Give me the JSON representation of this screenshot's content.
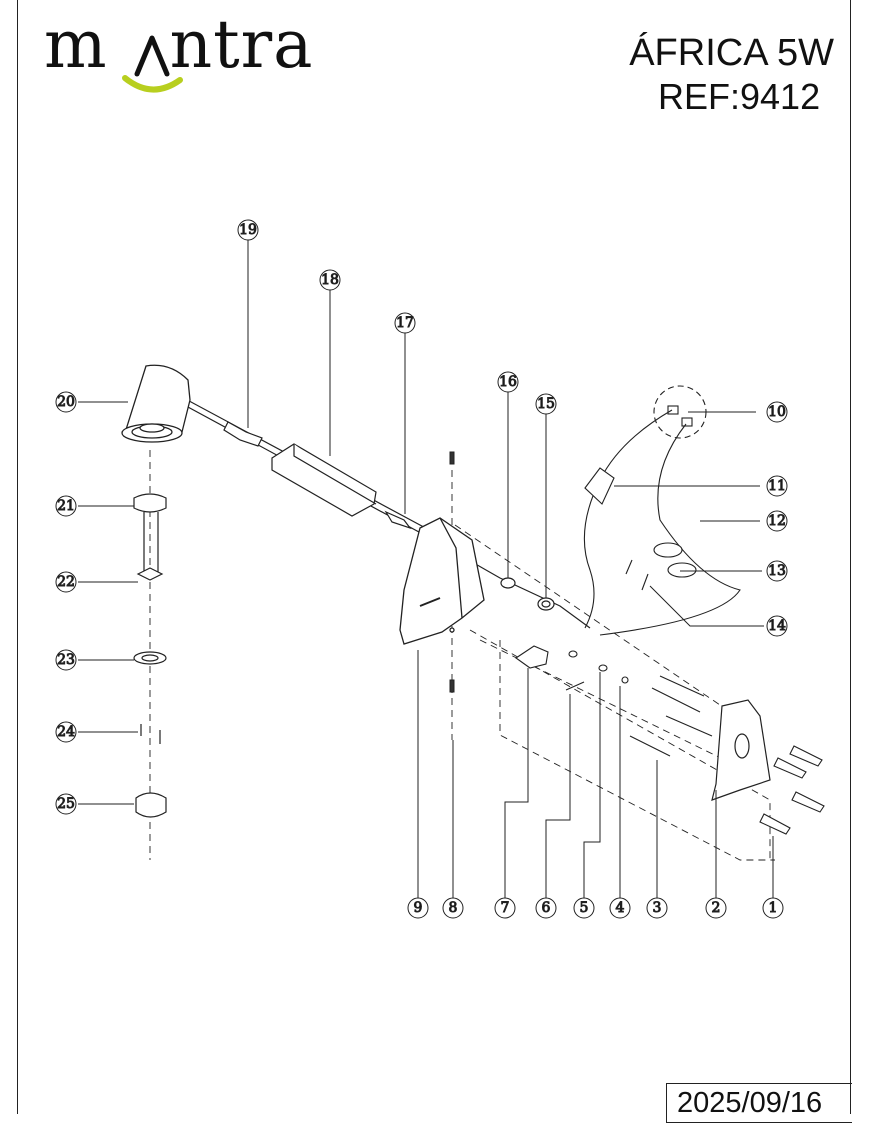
{
  "brand": {
    "logo_left": "m",
    "logo_right": "ntra",
    "logo_accent_color": "#b8cf1f",
    "logo_color": "#111111"
  },
  "product": {
    "name": "ÁFRICA 5W",
    "ref": "REF:9412"
  },
  "footer": {
    "date": "2025/09/16"
  },
  "callouts": [
    "1",
    "2",
    "3",
    "4",
    "5",
    "6",
    "7",
    "8",
    "9",
    "10",
    "11",
    "12",
    "13",
    "14",
    "15",
    "16",
    "17",
    "18",
    "19",
    "20",
    "21",
    "22",
    "23",
    "24",
    "25"
  ]
}
